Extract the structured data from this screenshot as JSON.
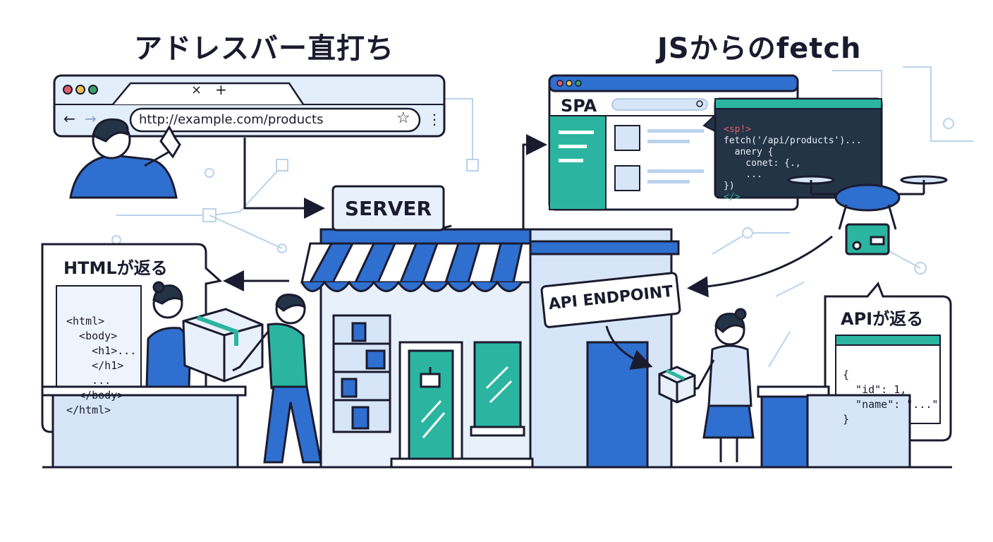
{
  "titles": {
    "left": "アドレスバー直打ち",
    "right": "JSからのfetch"
  },
  "browser": {
    "url": "http://example.com/products",
    "close_glyph": "×",
    "new_tab_glyph": "+",
    "back_glyph": "←",
    "forward_glyph": "→",
    "star_glyph": "☆",
    "menu_glyph": "⋮"
  },
  "spa": {
    "label": "SPA",
    "code_lines": [
      "<sp!>",
      "fetch('/api/products')...",
      "  anery {",
      "    conet: {.,",
      "    ...",
      "})",
      "</>"
    ]
  },
  "server": {
    "label": "SERVER"
  },
  "api_sign": {
    "label": "API ENDPOINT"
  },
  "html_bubble": {
    "label": "HTMLが返る",
    "code_lines": [
      "<html>",
      "  <body>",
      "    <h1>...",
      "    </h1>",
      "    ...",
      "  </body>",
      "</html>"
    ]
  },
  "api_bubble": {
    "label": "APIが返る",
    "code_lines": [
      "{",
      "  \"id\": 1,",
      "  \"name\": \"...\"",
      "}"
    ]
  },
  "colors": {
    "outline": "#1b1b2f",
    "blue": "#2f6fcf",
    "light_blue": "#d6e6f8",
    "teal": "#2bb5a0",
    "dark_code": "#243447"
  }
}
